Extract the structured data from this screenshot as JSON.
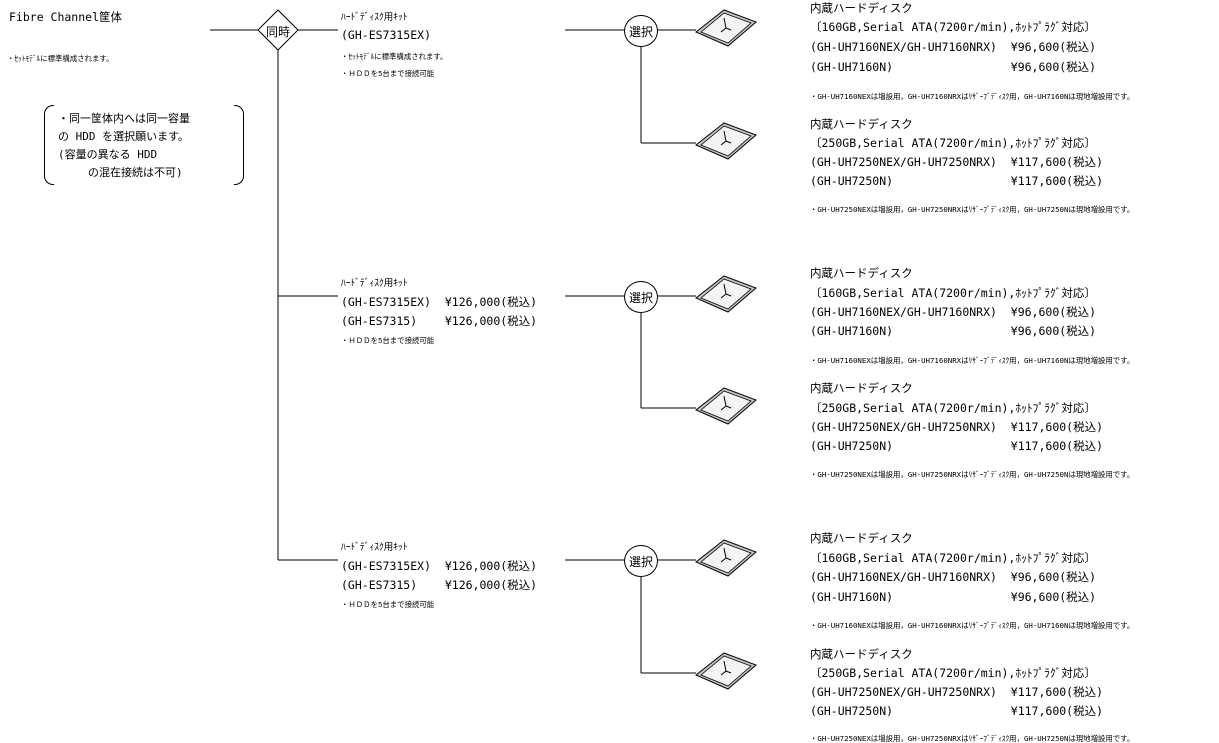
{
  "chassis": {
    "title": "Fibre Channel筐体",
    "subtitle": "・ｾｯﾄﾓﾃﾞﾙに標準構成されます。"
  },
  "note": {
    "line1": "・同一筐体内へは同一容量",
    "line2": "の HDD を選択願います。",
    "line3": "(容量の異なる HDD",
    "line4": "の混在接続は不可)"
  },
  "diamond_label": "同時",
  "bubble_label": "選択",
  "kits": [
    {
      "title": "ﾊｰﾄﾞﾃﾞｨｽｸ用ｷｯﾄ",
      "line1": "(GH-ES7315EX)",
      "line2": "・ｾｯﾄﾓﾃﾞﾙに標準構成されます。",
      "line3": "・ＨＤＤを5台まで接続可能",
      "line4": ""
    },
    {
      "title": "ﾊｰﾄﾞﾃﾞｨｽｸ用ｷｯﾄ",
      "line1": "(GH-ES7315EX)  ¥126,000(税込)",
      "line2": "(GH-ES7315)    ¥126,000(税込)",
      "line3": "・ＨＤＤを5台まで接続可能",
      "line4": ""
    },
    {
      "title": "ﾊｰﾄﾞﾃﾞｨｽｸ用ｷｯﾄ",
      "line1": "(GH-ES7315EX)  ¥126,000(税込)",
      "line2": "(GH-ES7315)    ¥126,000(税込)",
      "line3": "・ＨＤＤを5台まで接続可能",
      "line4": ""
    }
  ],
  "disks": [
    {
      "title": "内蔵ハードディスク",
      "spec": "〔160GB,Serial ATA(7200r/min),ﾎｯﾄﾌﾟﾗｸﾞ対応〕",
      "row1": "(GH-UH7160NEX/GH-UH7160NRX)  ¥96,600(税込)",
      "row2": "(GH-UH7160N)                 ¥96,600(税込)",
      "note": "・GH-UH7160NEXは増設用，GH-UH7160NRXはﾘｻﾞｰﾌﾞﾃﾞｨｽｸ用，GH-UH7160Nは現地増設用です。"
    },
    {
      "title": "内蔵ハードディスク",
      "spec": "〔250GB,Serial ATA(7200r/min),ﾎｯﾄﾌﾟﾗｸﾞ対応〕",
      "row1": "(GH-UH7250NEX/GH-UH7250NRX)  ¥117,600(税込)",
      "row2": "(GH-UH7250N)                 ¥117,600(税込)",
      "note": "・GH-UH7250NEXは増設用，GH-UH7250NRXはﾘｻﾞｰﾌﾞﾃﾞｨｽｸ用，GH-UH7250Nは現地増設用です。"
    },
    {
      "title": "内蔵ハードディスク",
      "spec": "〔160GB,Serial ATA(7200r/min),ﾎｯﾄﾌﾟﾗｸﾞ対応〕",
      "row1": "(GH-UH7160NEX/GH-UH7160NRX)  ¥96,600(税込)",
      "row2": "(GH-UH7160N)                 ¥96,600(税込)",
      "note": "・GH-UH7160NEXは増設用，GH-UH7160NRXはﾘｻﾞｰﾌﾞﾃﾞｨｽｸ用，GH-UH7160Nは現地増設用です。"
    },
    {
      "title": "内蔵ハードディスク",
      "spec": "〔250GB,Serial ATA(7200r/min),ﾎｯﾄﾌﾟﾗｸﾞ対応〕",
      "row1": "(GH-UH7250NEX/GH-UH7250NRX)  ¥117,600(税込)",
      "row2": "(GH-UH7250N)                 ¥117,600(税込)",
      "note": "・GH-UH7250NEXは増設用，GH-UH7250NRXはﾘｻﾞｰﾌﾞﾃﾞｨｽｸ用，GH-UH7250Nは現地増設用です。"
    },
    {
      "title": "内蔵ハードディスク",
      "spec": "〔160GB,Serial ATA(7200r/min),ﾎｯﾄﾌﾟﾗｸﾞ対応〕",
      "row1": "(GH-UH7160NEX/GH-UH7160NRX)  ¥96,600(税込)",
      "row2": "(GH-UH7160N)                 ¥96,600(税込)",
      "note": "・GH-UH7160NEXは増設用，GH-UH7160NRXはﾘｻﾞｰﾌﾞﾃﾞｨｽｸ用，GH-UH7160Nは現地増設用です。"
    },
    {
      "title": "内蔵ハードディスク",
      "spec": "〔250GB,Serial ATA(7200r/min),ﾎｯﾄﾌﾟﾗｸﾞ対応〕",
      "row1": "(GH-UH7250NEX/GH-UH7250NRX)  ¥117,600(税込)",
      "row2": "(GH-UH7250N)                 ¥117,600(税込)",
      "note": "・GH-UH7250NEXは増設用，GH-UH7250NRXはﾘｻﾞｰﾌﾞﾃﾞｨｽｸ用，GH-UH7250Nは現地増設用です。"
    }
  ]
}
